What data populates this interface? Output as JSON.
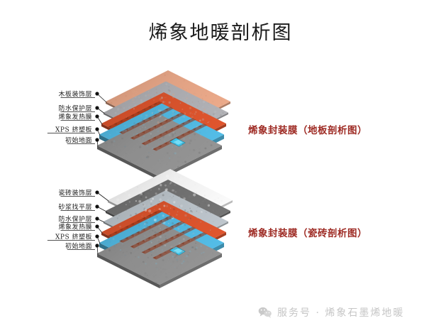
{
  "title": "烯象地暖剖析图",
  "diagrams": [
    {
      "id": "floor-section",
      "caption": "烯象封装膜（地板剖析图）",
      "caption_color": "#9e2b24",
      "layers": [
        {
          "label": "木板装饰层",
          "color": "#e0a183",
          "name": "wood-decor-layer"
        },
        {
          "label": "防水保护层",
          "color": "#a9a9ad",
          "name": "waterproof-layer"
        },
        {
          "label": "烯象发热膜",
          "color": "#d4512b",
          "name": "graphene-heating-film"
        },
        {
          "label": "XPS 挤塑板",
          "color": "#4fb3db",
          "name": "xps-board"
        },
        {
          "label": "初始地面",
          "color": "#8d8d8d",
          "name": "base-floor"
        }
      ]
    },
    {
      "id": "tile-section",
      "caption": "烯象封装膜（瓷砖剖析图）",
      "caption_color": "#9e2b24",
      "layers": [
        {
          "label": "瓷砖装饰层",
          "color": "#eeeeee",
          "name": "tile-decor-layer"
        },
        {
          "label": "砂浆找平层",
          "color": "#6e6e6e",
          "name": "mortar-leveling-layer"
        },
        {
          "label": "防水保护层",
          "color": "#b4bcc2",
          "name": "waterproof-layer"
        },
        {
          "label": "烯象发热膜",
          "color": "#d4512b",
          "name": "graphene-heating-film"
        },
        {
          "label": "XPS 挤塑板",
          "color": "#4fb3db",
          "name": "xps-board"
        },
        {
          "label": "初始地面",
          "color": "#8d8d8d",
          "name": "base-floor"
        }
      ]
    }
  ],
  "footer": {
    "icon": "wechat-icon",
    "text": "服务号 · 烯象石墨烯地暖",
    "color": "#c6c6c6"
  }
}
